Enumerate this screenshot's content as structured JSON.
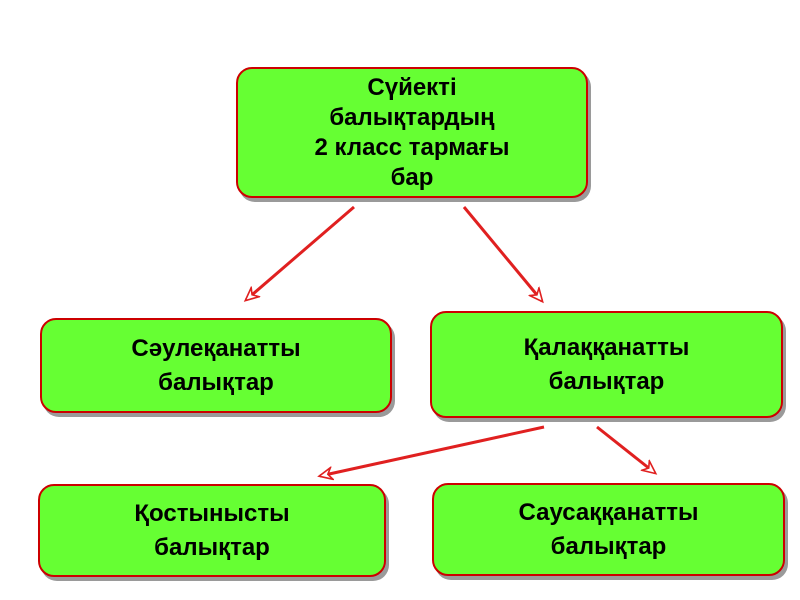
{
  "colors": {
    "box_fill": "#66ff33",
    "box_border": "#cc0000",
    "arrow": "#e02020"
  },
  "nodes": {
    "root": "Сүйекті\nбалықтардың\n2 класс тармағы\nбар",
    "ray_finned": "Сәулеқанатты\nбалықтар",
    "lobe_finned": "Қалаққанатты\nбалықтар",
    "cross_breathing": "Қостынысты\nбалықтар",
    "finger_finned": "Саусаққанатты\nбалықтар"
  }
}
